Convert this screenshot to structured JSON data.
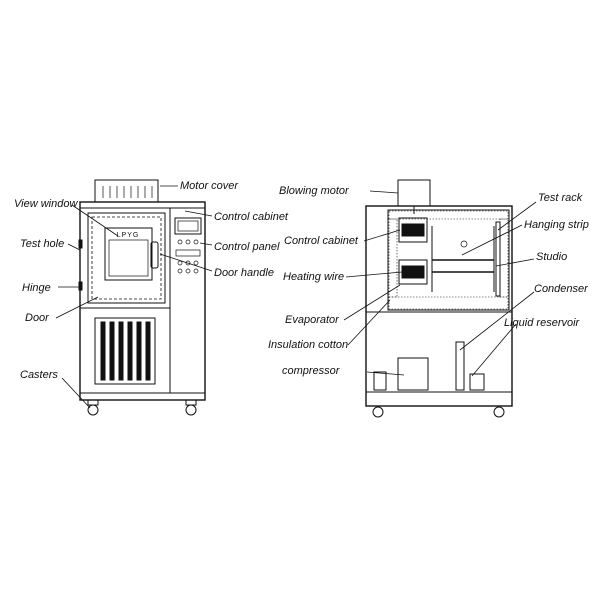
{
  "left_labels": {
    "motor_cover": "Motor cover",
    "view_window": "View window",
    "control_cabinet": "Control cabinet",
    "test_hole": "Test hole",
    "control_panel": "Control panel",
    "door_handle": "Door handle",
    "hinge": "Hinge",
    "door": "Door",
    "casters": "Casters"
  },
  "right_labels": {
    "blowing_motor": "Blowing motor",
    "test_rack": "Test rack",
    "hanging_strip": "Hanging strip",
    "control_cabinet": "Control cabinet",
    "studio": "Studio",
    "heating_wire": "Heating wire",
    "condenser": "Condenser",
    "evaporator": "Evaporator",
    "liquid_reservoir": "Liquid reservoir",
    "insulation_cotton": "Insulation cotton",
    "compressor": "compressor"
  },
  "window_lettering": "LPYG"
}
